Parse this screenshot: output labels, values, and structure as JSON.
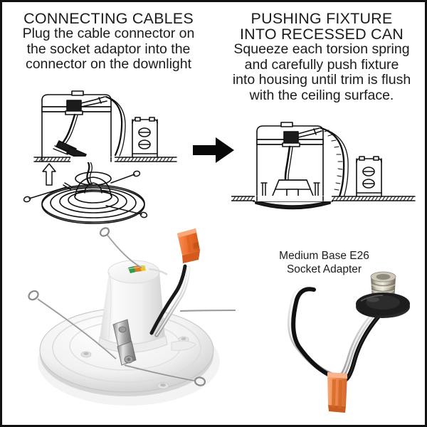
{
  "document": {
    "kind": "installation-instruction-diagram",
    "border_color": "#111111",
    "background": "#ffffff"
  },
  "panels": {
    "left": {
      "title": "CONNECTING CABLES",
      "body": "Plug the cable connector on\nthe socket adaptor into the\nconnector on the downlight"
    },
    "right": {
      "title": "PUSHING FIXTURE\nINTO RECESSED CAN",
      "body": "Squeeze each torsion spring\nand carefully push fixture\ninto housing until trim is flush\nwith the ceiling surface."
    }
  },
  "captions": {
    "adapter": "Medium Base E26\nSocket Adapter"
  },
  "icons": {
    "step_arrow": "right-arrow-icon"
  },
  "figures": {
    "left_diagram": {
      "name": "connecting-cables-line-diagram",
      "elements": [
        "recessed-can-housing",
        "junction-box",
        "ceiling-hatch-line",
        "up-arrow",
        "downlight-trim",
        "socket-adapter-cable",
        "torsion-springs"
      ]
    },
    "right_diagram": {
      "name": "pushing-fixture-line-diagram",
      "elements": [
        "recessed-can-housing",
        "junction-box",
        "ceiling-hatch-line",
        "installed-fixture",
        "flex-conduit",
        "torsion-springs"
      ]
    },
    "fixture_photo": {
      "name": "led-downlight-retrofit-photo",
      "elements": [
        "white-trim-disc",
        "white-driver-housing",
        "color-label-sticker",
        "orange-wire-connector",
        "black-wire",
        "white-wire",
        "torsion-spring-left",
        "torsion-spring-right",
        "torsion-spring-front",
        "spring-bracket"
      ]
    },
    "adapter_photo": {
      "name": "medium-base-e26-socket-adapter-photo",
      "elements": [
        "e26-screw-base",
        "black-phenolic-flange",
        "white-lead",
        "black-lead",
        "orange-wire-connector"
      ]
    }
  },
  "colors": {
    "ink": "#1b1b1b",
    "line": "#111111",
    "orange_connector": "#F0763A",
    "orange_connector_shade": "#C9541F",
    "metal_light": "#d9d9d9",
    "metal_dark": "#6d6d6d",
    "plastic_white": "#f4f4f4",
    "plastic_shadow": "#c9c9c9",
    "label_green": "#2f9e46",
    "label_orange": "#e8761c",
    "label_yellow": "#e8c81c"
  }
}
